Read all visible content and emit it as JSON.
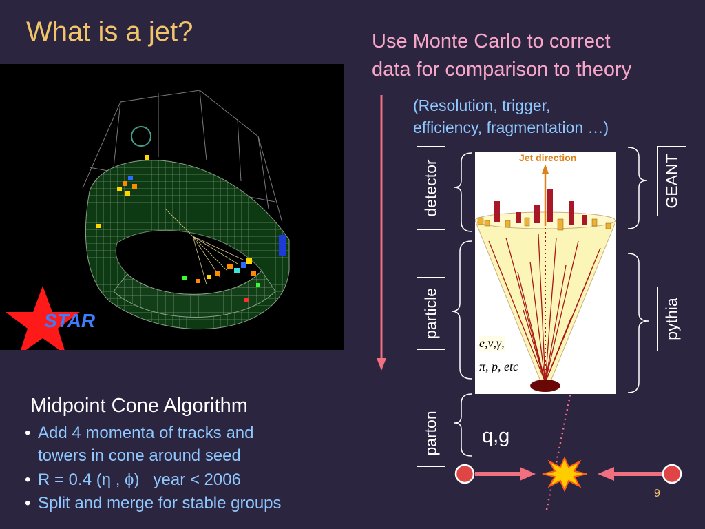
{
  "slide": {
    "title": "What is a jet?",
    "subtitle_line1": "Use Monte Carlo to correct",
    "subtitle_line2": "data for comparison to theory",
    "note_line1": "(Resolution, trigger,",
    "note_line2": "efficiency, fragmentation …)",
    "page_number": "9"
  },
  "detector_image": {
    "logo_text": "STAR"
  },
  "algorithm": {
    "title": "Midpoint Cone Algorithm",
    "bullets": [
      "Add 4 momenta of tracks and towers in cone around seed",
      "R = 0.4 (η , ϕ)   year < 2006",
      "Split and merge for stable groups"
    ]
  },
  "levels": {
    "detector": "detector",
    "particle": "particle",
    "parton": "parton",
    "geant": "GEANT",
    "pythia": "pythia",
    "parton_symbol": "q,g"
  },
  "jet_panel": {
    "direction_label": "Jet direction",
    "particles_line1": "e,ν,γ,",
    "particles_line2": "π, p, etc"
  },
  "colors": {
    "background": "#2b2540",
    "title": "#f2c46a",
    "subtitle": "#f6a6c8",
    "note": "#8fc8ff",
    "arrow": "#f07080"
  }
}
